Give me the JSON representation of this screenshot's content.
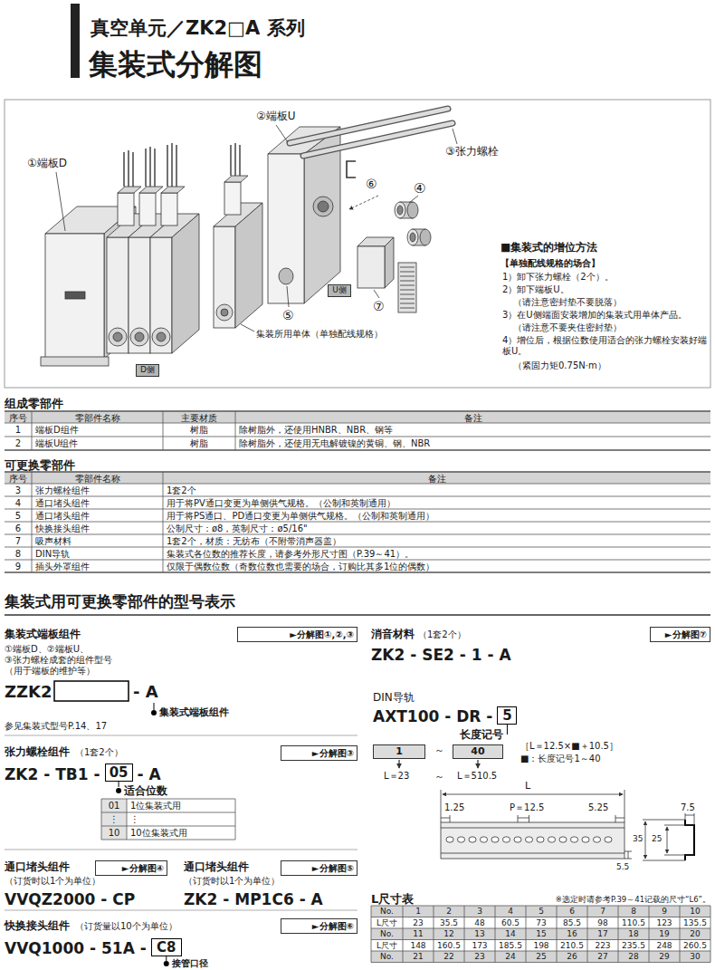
{
  "diagram": {
    "title": "集装式分解图",
    "nodes": [
      {
        "text": [
          "U侧"
        ]
      },
      {
        "text": [
          "D侧"
        ]
      },
      {
        "text": [
          "►分解图①,②,③"
        ]
      },
      {
        "text": [
          "►分解图⑦"
        ]
      },
      {
        "text": [
          "►分解图③"
        ]
      },
      {
        "text": [
          "05"
        ]
      },
      {
        "text": [
          "5"
        ]
      },
      {
        "text": [
          "1"
        ]
      },
      {
        "text": [
          "40"
        ]
      },
      {
        "text": [
          "►分解图④"
        ]
      },
      {
        "text": [
          "►分解图⑤"
        ]
      },
      {
        "text": [
          "►分解图⑥"
        ]
      },
      {
        "text": [
          "C8"
        ]
      }
    ],
    "labels": [
      "真空单元／ZK2□A 系列",
      "①端板D",
      "②端板U",
      "③张力螺栓",
      "⑥",
      "④",
      "⑤",
      "⑦",
      "集装所用单体（单独配线规格）",
      "■集装式的增位方法",
      "【单独配线规格的场合】",
      "1）卸下张力螺栓（2个）。",
      "2）卸下端板U。",
      "（请注意密封垫不要脱落）",
      "3）在U侧端面安装增加的集装式用单体产品。",
      "（请注意不要夹住密封垫）",
      "4）增位后，根据位数使用适合的张力螺栓安装好端板U。",
      "（紧固力矩0.75N·m）",
      "组成零部件",
      "序号",
      "零部件名称",
      "主要材质",
      "备注",
      "1",
      "端板D组件",
      "树脂",
      "除树脂外，还使用HNBR、NBR、钢等",
      "2",
      "端板U组件",
      "树脂",
      "除树脂外，还使用无电解镀镍的黄铜、钢、NBR",
      "可更换零部件",
      "序号",
      "零部件名称",
      "备注",
      "3",
      "张力螺栓组件",
      "1套2个",
      "4",
      "通口堵头组件",
      "用于将PV通口变更为单侧供气规格。（公制和英制通用）",
      "5",
      "通口堵头组件",
      "用于将PS通口、PD通口变更为单侧供气规格。（公制和英制通用）",
      "6",
      "快换接头组件",
      "公制尺寸：ø8，英制尺寸：ø5/16\"",
      "7",
      "吸声材料",
      "1套2个，材质：无纺布（不附带消声器盖）",
      "8",
      "DIN导轨",
      "集装式各位数的推荐长度，请参考外形尺寸图（P.39～41）。",
      "9",
      "插头外罩组件",
      "仅限于偶数位数（奇数位数也需要的场合，订购比其多1位的偶数）",
      "集装式用可更换零部件的型号表示",
      "集装式端板组件",
      "①端板D、②端板U、",
      "③张力螺栓成套的组件型号",
      "（用于端板的维护等）",
      "ZZK2",
      "- A",
      "集装式端板组件",
      "参见集装式型号P.14、17",
      "张力螺栓组件",
      "（1套2个）",
      "ZK2 - TB1 -",
      "- A",
      "适合位数",
      "01",
      "1位集装式用",
      "⋮",
      "⋮",
      "10",
      "10位集装式用",
      "通口堵头组件",
      "（订货时以1个为单位）",
      "VVQZ2000 - CP",
      "通口堵头组件",
      "（订货时以1个为单位）",
      "ZK2 - MP1C6 - A",
      "快换接头组件",
      "（订货量以10个为单位）",
      "VVQ1000 - 51A -",
      "接管口径",
      "消音材料",
      "（1套2个）",
      "ZK2 - SE2 - 1 - A",
      "DIN导轨",
      "AXT100 - DR -",
      "长度记号",
      "～",
      "［L＝12.5×■＋10.5］",
      "■：长度记号1～40",
      "L＝23",
      "～",
      "L＝510.5",
      "L",
      "1.25",
      "P＝12.5",
      "5.25",
      "7.5",
      "35",
      "25",
      "5.5",
      "L尺寸表",
      "※选定时请参考P.39～41记载的尺寸“L6”。",
      "No.",
      "1",
      "2",
      "3",
      "4",
      "5",
      "6",
      "7",
      "8",
      "9",
      "10",
      "L尺寸",
      "23",
      "35.5",
      "48",
      "60.5",
      "73",
      "85.5",
      "98",
      "110.5",
      "123",
      "135.5",
      "No.",
      "11",
      "12",
      "13",
      "14",
      "15",
      "16",
      "17",
      "18",
      "19",
      "20",
      "L尺寸",
      "148",
      "160.5",
      "173",
      "185.5",
      "198",
      "210.5",
      "223",
      "235.5",
      "248",
      "260.5",
      "No.",
      "21",
      "22",
      "23",
      "24",
      "25",
      "26",
      "27",
      "28",
      "29",
      "30"
    ]
  }
}
